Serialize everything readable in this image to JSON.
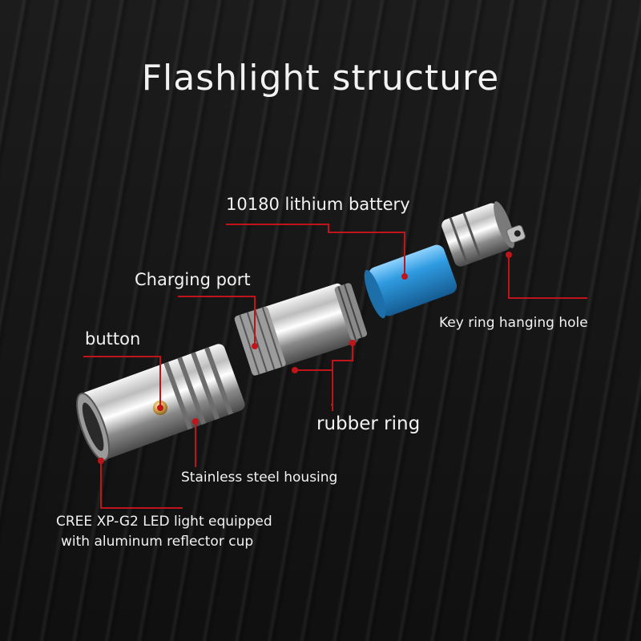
{
  "title": "Flashlight structure",
  "labels": {
    "battery": "10180 lithium battery",
    "keyring": "Key ring hanging hole",
    "charging_port": "Charging port",
    "button": "button",
    "rubber_ring": "rubber ring",
    "housing": "Stainless steel housing",
    "led_line1": "CREE XP-G2 LED light equipped",
    "led_line2": "with aluminum reflector cup"
  },
  "colors": {
    "background": "#151515",
    "leader_line": "#c0141b",
    "battery": "#2f9be0",
    "steel": "#c9c9c9",
    "button": "#d4a64a",
    "text": "#f2f2f2"
  }
}
